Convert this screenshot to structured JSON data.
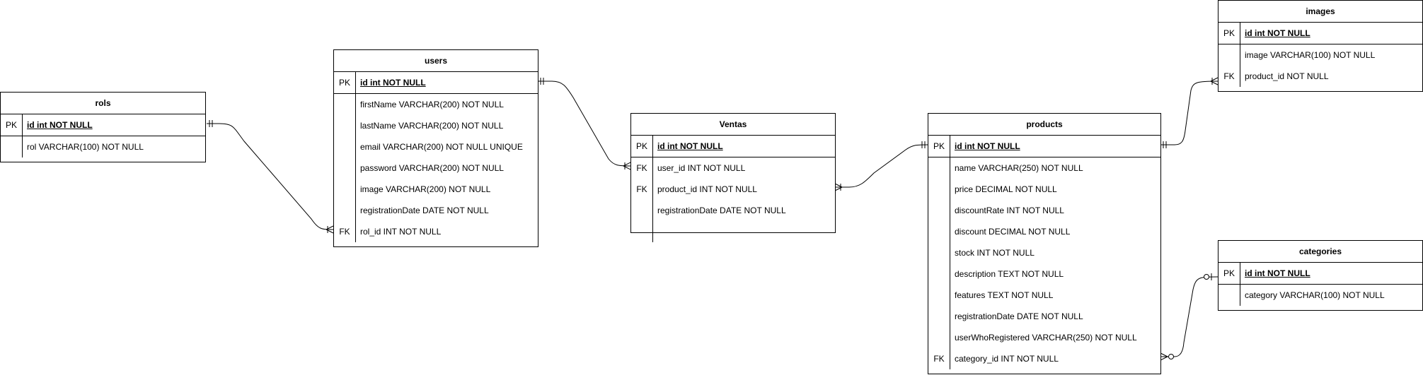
{
  "entities": {
    "rols": {
      "title": "rols",
      "pk": {
        "key": "PK",
        "field": "id int NOT NULL"
      },
      "rows": [
        {
          "key": "",
          "field": "rol VARCHAR(100) NOT NULL"
        }
      ]
    },
    "users": {
      "title": "users",
      "pk": {
        "key": "PK",
        "field": "id int NOT NULL"
      },
      "rows": [
        {
          "key": "",
          "field": "firstName  VARCHAR(200) NOT NULL"
        },
        {
          "key": "",
          "field": "lastName  VARCHAR(200) NOT NULL"
        },
        {
          "key": "",
          "field": "email VARCHAR(200) NOT NULL UNIQUE"
        },
        {
          "key": "",
          "field": "password VARCHAR(200) NOT NULL"
        },
        {
          "key": "",
          "field": "image VARCHAR(200) NOT NULL"
        },
        {
          "key": "",
          "field": "registrationDate DATE NOT NULL"
        },
        {
          "key": "FK",
          "field": "rol_id INT NOT NULL"
        }
      ]
    },
    "ventas": {
      "title": "Ventas",
      "pk": {
        "key": "PK",
        "field": "id int NOT NULL"
      },
      "rows": [
        {
          "key": "FK",
          "field": "user_id INT NOT NULL"
        },
        {
          "key": "FK",
          "field": "product_id INT NOT NULL"
        },
        {
          "key": "",
          "field": "registrationDate DATE NOT NULL"
        },
        {
          "key": "",
          "field": ""
        }
      ]
    },
    "products": {
      "title": "products",
      "pk": {
        "key": "PK",
        "field": "id int NOT NULL"
      },
      "rows": [
        {
          "key": "",
          "field": "name VARCHAR(250) NOT NULL"
        },
        {
          "key": "",
          "field": "price DECIMAL NOT NULL"
        },
        {
          "key": "",
          "field": "discountRate INT NOT NULL"
        },
        {
          "key": "",
          "field": "discount DECIMAL NOT NULL"
        },
        {
          "key": "",
          "field": "stock INT NOT NULL"
        },
        {
          "key": "",
          "field": "description TEXT NOT NULL"
        },
        {
          "key": "",
          "field": "features TEXT NOT NULL"
        },
        {
          "key": "",
          "field": "registrationDate DATE NOT NULL"
        },
        {
          "key": "",
          "field": "userWhoRegistered VARCHAR(250) NOT NULL"
        },
        {
          "key": "FK",
          "field": "category_id INT NOT NULL"
        }
      ]
    },
    "images": {
      "title": "images",
      "pk": {
        "key": "PK",
        "field": "id int NOT NULL"
      },
      "rows": [
        {
          "key": "",
          "field": "image VARCHAR(100) NOT NULL"
        },
        {
          "key": "FK",
          "field": "product_id NOT NULL"
        }
      ]
    },
    "categories": {
      "title": "categories",
      "pk": {
        "key": "PK",
        "field": "id int NOT NULL"
      },
      "rows": [
        {
          "key": "",
          "field": "category VARCHAR(100) NOT NULL"
        }
      ]
    }
  },
  "relationships": [
    {
      "from": "rols",
      "to": "users",
      "from_end": "one-and-only-one",
      "to_end": "one-or-many"
    },
    {
      "from": "users",
      "to": "ventas",
      "from_end": "one-and-only-one",
      "to_end": "one-or-many"
    },
    {
      "from": "ventas",
      "to": "products",
      "from_end": "one-or-many",
      "to_end": "one-and-only-one"
    },
    {
      "from": "products",
      "to": "images",
      "from_end": "one-and-only-one",
      "to_end": "one-or-many"
    },
    {
      "from": "products",
      "to": "categories",
      "from_end": "zero-or-many",
      "to_end": "zero-or-one"
    }
  ]
}
